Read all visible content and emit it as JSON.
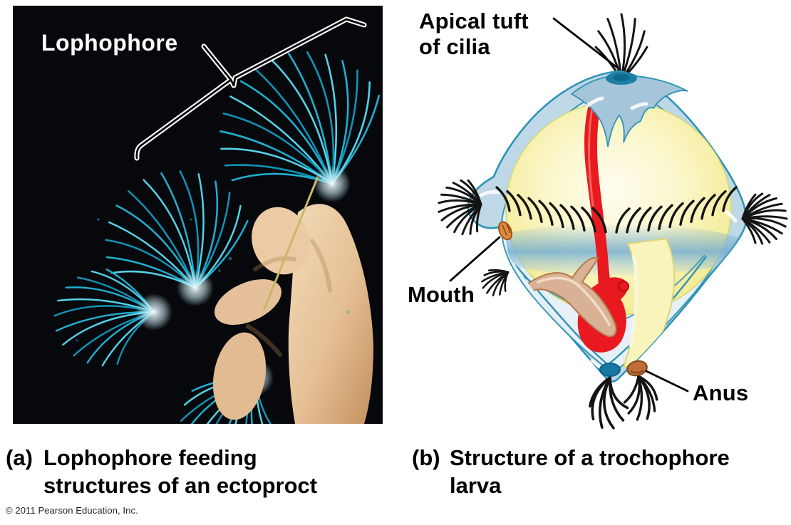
{
  "panel_a": {
    "photo_label": "Lophophore",
    "caption_letter": "(a)",
    "caption_line1": "Lophophore feeding",
    "caption_line2": "structures of an ectoproct",
    "colors": {
      "photo_background": "#06080c",
      "tentacle_blue": "#1fb0d2",
      "tentacle_light": "#55d2e8",
      "body_tan": "#e9c8a2",
      "bracket_white": "#ffffff"
    }
  },
  "panel_b": {
    "labels": {
      "apical_line1": "Apical tuft",
      "apical_line2": "of cilia",
      "mouth": "Mouth",
      "anus": "Anus"
    },
    "caption_letter": "(b)",
    "caption_line1": "Structure of a trochophore",
    "caption_line2": "larva",
    "colors": {
      "body_blue": "#bfd8e8",
      "body_inner": "#eaf2f8",
      "outline_teal": "#2f93b5",
      "yolk_yellow": "#f9f5bd",
      "gut_red": "#e8191f",
      "organ_tan": "#d9b296",
      "hindgut_yellow": "#f9f4bb",
      "cilia_black": "#141414",
      "mouth_orange": "#e08a40",
      "anus_brown": "#bd6d35",
      "telotroch_blue": "#1878a2"
    }
  },
  "footer": {
    "copyright": "© 2011 Pearson Education, Inc."
  }
}
